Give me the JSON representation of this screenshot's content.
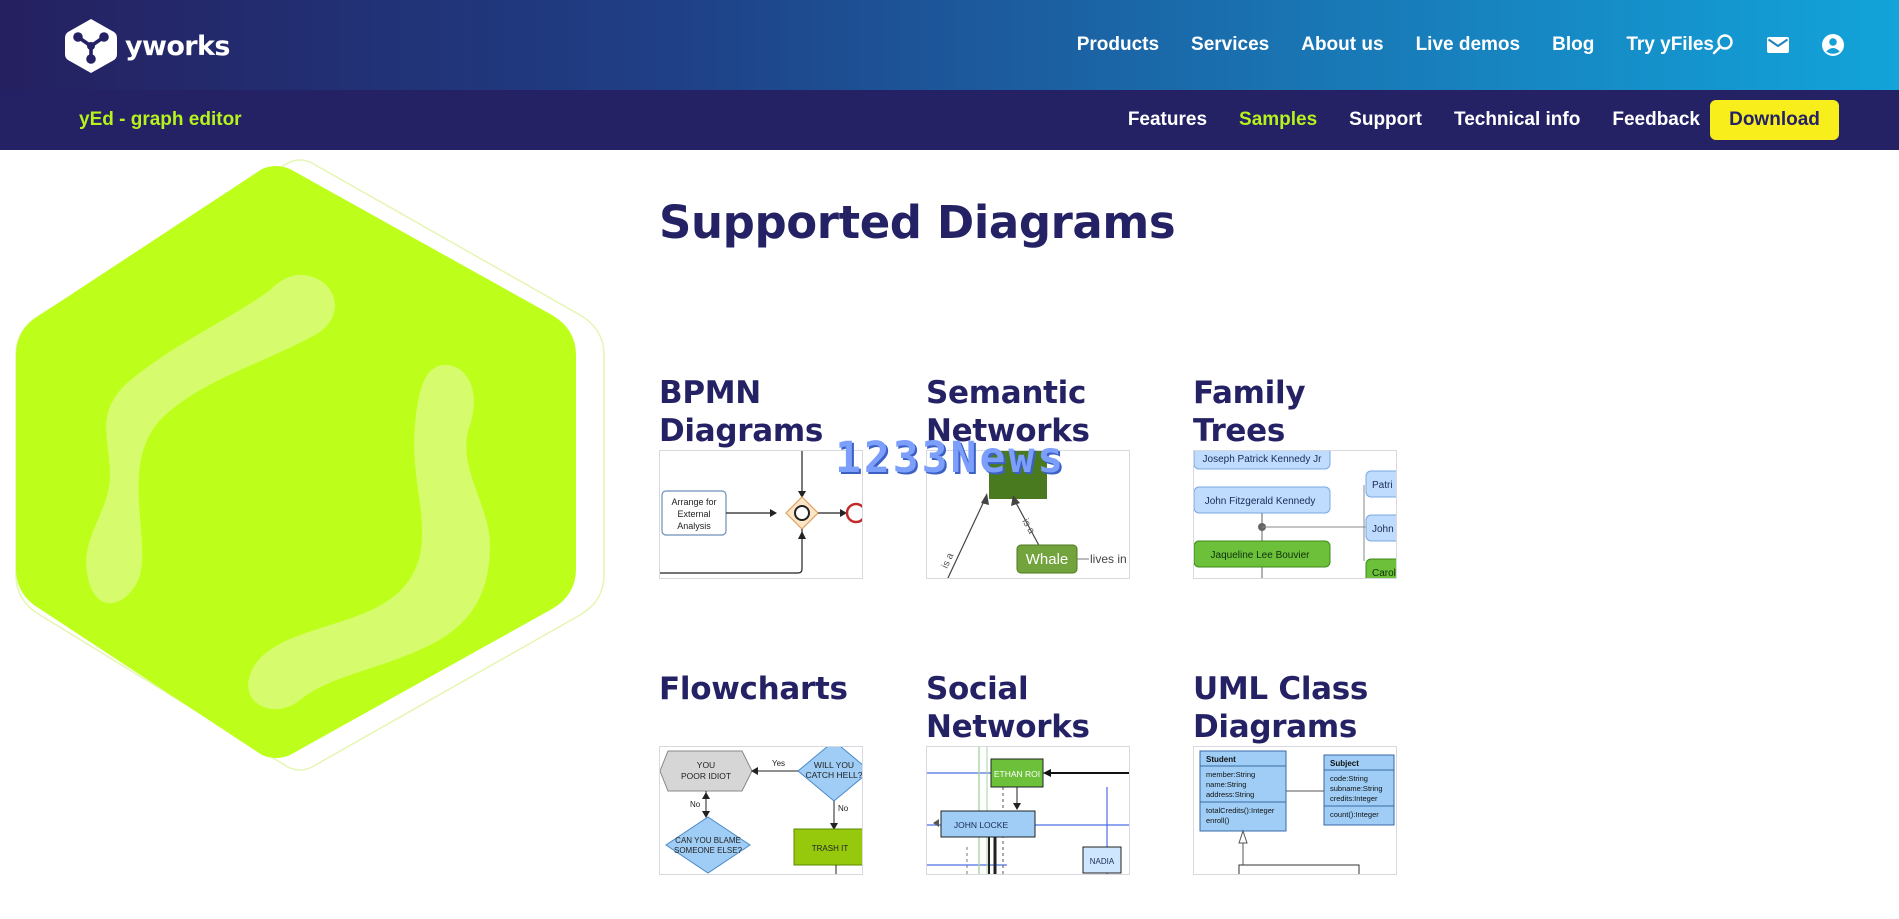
{
  "brand": {
    "name": "yworks"
  },
  "main_nav": {
    "items": [
      {
        "label": "Products"
      },
      {
        "label": "Services"
      },
      {
        "label": "About us"
      },
      {
        "label": "Live demos"
      },
      {
        "label": "Blog"
      },
      {
        "label": "Try yFiles"
      }
    ],
    "icons": [
      "search-icon",
      "mail-icon",
      "account-icon"
    ]
  },
  "sub_nav": {
    "product_title": "yEd - graph editor",
    "items": [
      {
        "label": "Features",
        "active": false
      },
      {
        "label": "Samples",
        "active": true
      },
      {
        "label": "Support",
        "active": false
      },
      {
        "label": "Technical info",
        "active": false
      },
      {
        "label": "Feedback",
        "active": false
      }
    ],
    "download_label": "Download"
  },
  "main": {
    "title": "Supported Diagrams",
    "cards": [
      {
        "title": "BPMN Diagrams",
        "thumb_text": [
          "Arrange for",
          "External",
          "Analysis"
        ]
      },
      {
        "title": "Semantic Networks",
        "thumb_text": [
          "Whale",
          "lives in",
          "is a",
          "is a"
        ]
      },
      {
        "title": "Family Trees",
        "thumb_text": [
          "Joseph Patrick Kennedy Jr",
          "John Fitzgerald Kennedy",
          "Jaqueline Lee Bouvier",
          "Patri",
          "John",
          "Carol"
        ]
      },
      {
        "title": "Flowcharts",
        "thumb_text": [
          "YOU",
          "POOR IDIOT",
          "Yes",
          "WILL YOU",
          "CATCH HELL?",
          "No",
          "No",
          "CAN YOU BLAME",
          "SOMEONE ELSE?",
          "TRASH IT"
        ]
      },
      {
        "title": "Social Networks",
        "thumb_text": [
          "ETHAN ROI",
          "JOHN LOCKE",
          "NADIA"
        ]
      },
      {
        "title": "UML Class Diagrams",
        "thumb_text": [
          "Student",
          "member:String",
          "name:String",
          "address:String",
          "totalCredits():Integer",
          "enroll()",
          "Subject",
          "code:String",
          "subname:String",
          "credits:Integer",
          "count():Integer"
        ]
      }
    ]
  },
  "watermark": "1233News",
  "colors": {
    "nav_bg": "#242265",
    "accent_lime": "#b6f21b",
    "download_yellow": "#f7ee1b",
    "title_navy": "#242265"
  }
}
